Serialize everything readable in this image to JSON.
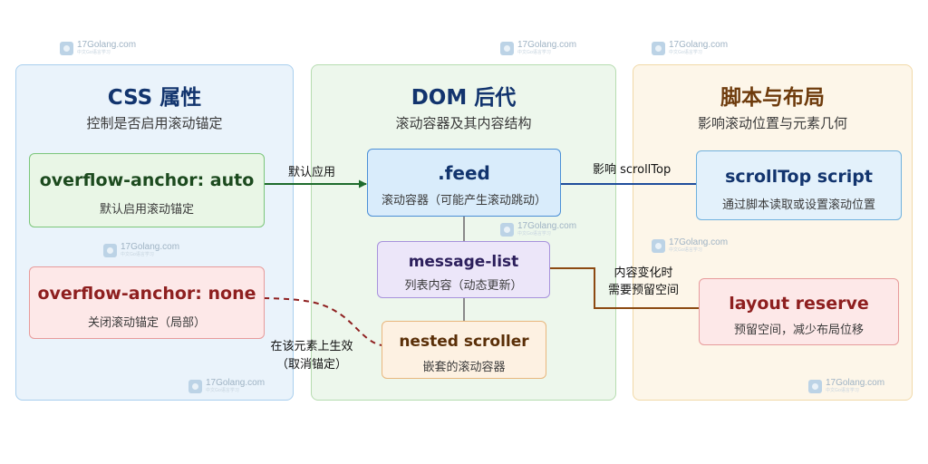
{
  "watermark": {
    "text": "17Golang.com",
    "tagline": "中文Go语言学习"
  },
  "panels": {
    "css": {
      "title": "CSS 属性",
      "subtitle": "控制是否启用滚动锚定"
    },
    "dom": {
      "title": "DOM 后代",
      "subtitle": "滚动容器及其内容结构"
    },
    "script": {
      "title": "脚本与布局",
      "subtitle": "影响滚动位置与元素几何"
    }
  },
  "nodes": {
    "auto": {
      "title": "overflow-anchor: auto",
      "subtitle": "默认启用滚动锚定"
    },
    "none": {
      "title": "overflow-anchor: none",
      "subtitle": "关闭滚动锚定（局部）"
    },
    "feed": {
      "title": ".feed",
      "subtitle": "滚动容器（可能产生滚动跳动）"
    },
    "message_list": {
      "title": "message-list",
      "subtitle": "列表内容（动态更新）"
    },
    "nested": {
      "title": "nested scroller",
      "subtitle": "嵌套的滚动容器"
    },
    "scrolltop": {
      "title": "scrollTop script",
      "subtitle": "通过脚本读取或设置滚动位置"
    },
    "layout": {
      "title": "layout reserve",
      "subtitle": "预留空间，减少布局位移"
    }
  },
  "edges": {
    "default_apply": "默认应用",
    "affects_scrolltop": "影响 scrollTop",
    "content_change_line1": "内容变化时",
    "content_change_line2": "需要预留空间",
    "effective_line1": "在该元素上生效",
    "effective_line2": "（取消锚定）"
  },
  "colors": {
    "css_panel_bg": "#eaf3fb",
    "css_panel_border": "#a9cfee",
    "dom_panel_bg": "#edf7ec",
    "dom_panel_border": "#b6dcb0",
    "script_panel_bg": "#fdf6e9",
    "script_panel_border": "#f1d9a8",
    "green_edge": "#1e6b2c",
    "blue_edge": "#1f4d9c",
    "red_edge": "#8e1f1f",
    "brown_edge": "#8c4a12"
  }
}
